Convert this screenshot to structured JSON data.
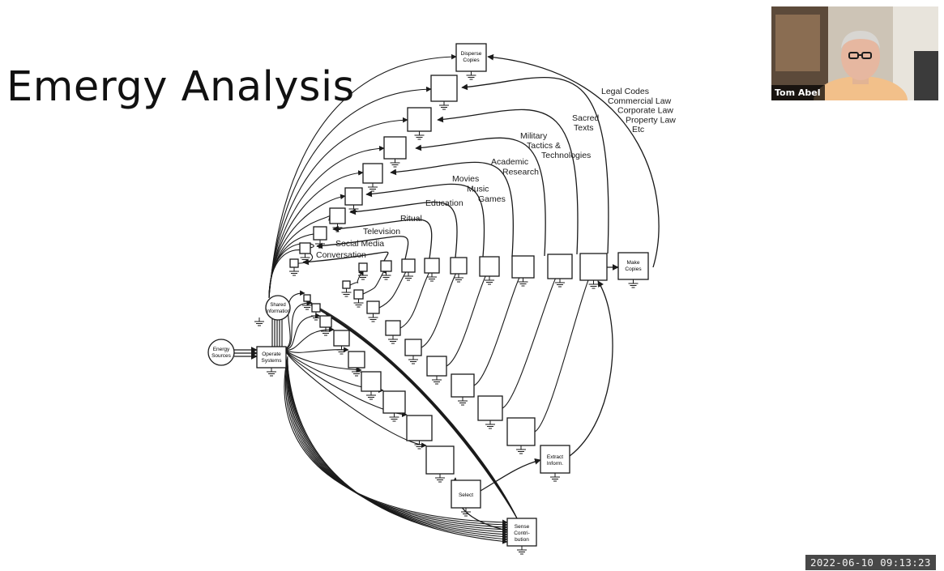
{
  "slide": {
    "title": "Emergy Analysis"
  },
  "diagram": {
    "nodes": {
      "energy_sources": [
        "Energy",
        "Sources"
      ],
      "operate_systems": [
        "Operate",
        "Systems"
      ],
      "shared_information": [
        "Shared",
        "Information"
      ],
      "disperse_copies": [
        "Disperse",
        "Copies"
      ],
      "make_copies": [
        "Make",
        "Copies"
      ],
      "extract_inform": [
        "Extract",
        "Inform."
      ],
      "select": [
        "Select"
      ],
      "sense_contribution": [
        "Sense",
        "Contri-",
        "bution"
      ]
    },
    "flow_labels": [
      "Conversation",
      "Social Media",
      "Television",
      "Ritual",
      "Education",
      "Movies\nMusic\nGames",
      "Academic\nResearch",
      "Military\nTactics &\nTechnologies",
      "Sacred\nTexts",
      "Legal Codes\nCommercial Law\nCorporate Law\nProperty Law\nEtc"
    ]
  },
  "video": {
    "participant_name": "Tom Abel"
  },
  "recording": {
    "timestamp": "2022-06-10  09:13:23"
  },
  "colors": {
    "background": "#ffffff",
    "ink": "#1a1a1a",
    "name_tag_bg": "#000000",
    "timestamp_bg": "#282828"
  },
  "icons": [
    "ground-symbol-icon",
    "arrowhead-icon",
    "storage-box-icon"
  ]
}
